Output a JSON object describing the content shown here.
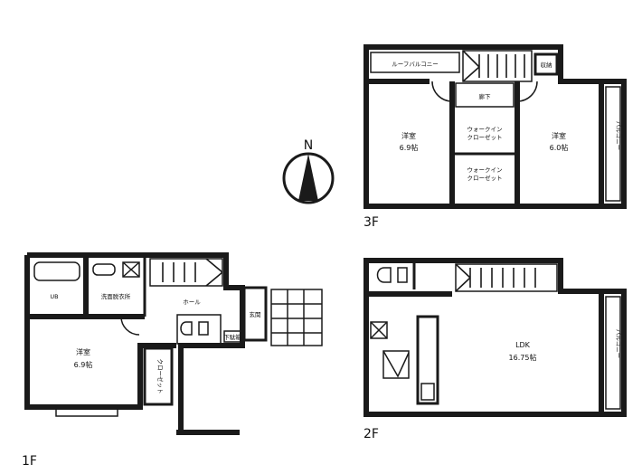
{
  "compass": {
    "north_label": "N"
  },
  "floor_3f": {
    "label": "3F",
    "roof_balcony": "ルーフバルコニー",
    "storage": "収納",
    "hallway": "廊下",
    "room_west_name": "洋室",
    "room_west_size": "6.9帖",
    "room_east_name": "洋室",
    "room_east_size": "6.0帖",
    "walkin_closet_1": "ウォークイン\nクローゼット",
    "walkin_closet_2": "ウォークイン\nクローゼット",
    "balcony": "バルコニー"
  },
  "floor_2f": {
    "label": "2F",
    "ldk_name": "LDK",
    "ldk_size": "16.75帖",
    "balcony": "バルコニー"
  },
  "floor_1f": {
    "label": "1F",
    "unit_bath": "UB",
    "washroom": "洗面脱衣所",
    "hall": "ホール",
    "entrance": "玄関",
    "shoe_box": "下駄箱",
    "room_name": "洋室",
    "room_size": "6.9帖",
    "closet": "クローゼット"
  }
}
